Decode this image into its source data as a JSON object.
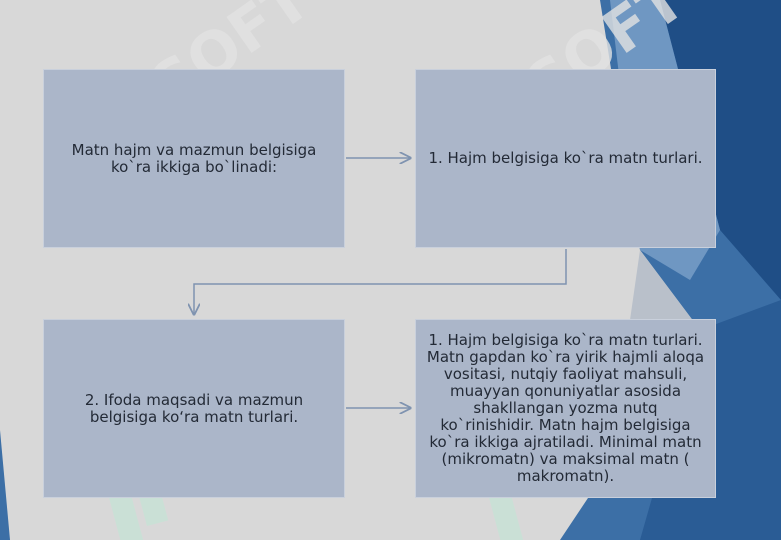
{
  "slide": {
    "boxes": [
      {
        "text": "Matn hajm va mazmun belgisiga ko`ra ikkiga bo`linadi:"
      },
      {
        "text": "1. Hajm belgisiga ko`ra matn turlari."
      },
      {
        "text": "2. Ifoda maqsadi va mazmun belgisiga ko‘ra matn turlari."
      },
      {
        "text": "1. Hajm belgisiga ko`ra matn turlari. Matn gapdan ko`ra yirik hajmli aloqa vositasi, nutqiy faoliyat mahsuli, muayyan qonuniyatlar asosida shakllangan yozma nutq ko`rinishidir. Matn hajm belgisiga ko`ra ikkiga ajratiladi. Minimal matn (mikromatn) va maksimal matn ( makromatn)."
      }
    ],
    "watermark": "SOFT",
    "colors": {
      "background": "#d8d8d8",
      "box_fill": "#abb6c9",
      "arrow": "#7f93b0",
      "accent_dark": "#1f4e86",
      "accent_mid": "#3c6fa6",
      "watermark_green": "#bfe8d6"
    }
  }
}
